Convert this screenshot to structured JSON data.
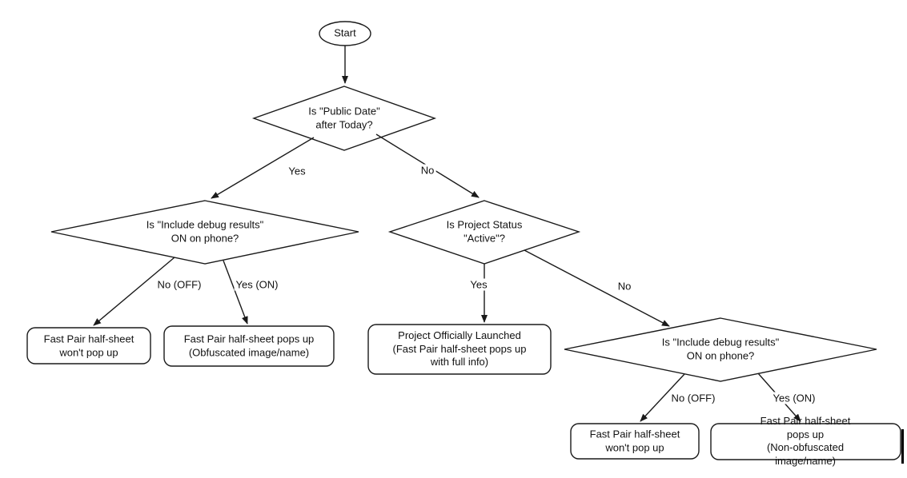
{
  "diagram": {
    "type": "flowchart",
    "background": "#ffffff",
    "stroke_color": "#1a1a1a",
    "text_color": "#111111"
  },
  "nodes": {
    "start": {
      "shape": "ellipse",
      "label": "Start"
    },
    "d1": {
      "shape": "diamond",
      "label": "Is \"Public Date\"\nafter Today?"
    },
    "d2": {
      "shape": "diamond",
      "label": "Is \"Include debug results\"\nON on phone?"
    },
    "d3": {
      "shape": "diamond",
      "label": "Is Project Status\n\"Active\"?"
    },
    "d4": {
      "shape": "diamond",
      "label": "Is \"Include debug results\"\nON on phone?"
    },
    "r1": {
      "shape": "rounded-rect",
      "label": "Fast Pair half-sheet\nwon't pop up"
    },
    "r2": {
      "shape": "rounded-rect",
      "label": "Fast Pair half-sheet pops up\n(Obfuscated image/name)"
    },
    "r3": {
      "shape": "rounded-rect",
      "label": "Project Officially Launched\n(Fast Pair half-sheet pops up\nwith full info)"
    },
    "r4": {
      "shape": "rounded-rect",
      "label": "Fast Pair half-sheet\nwon't pop up"
    },
    "r5": {
      "shape": "rounded-rect",
      "label": "Fast Pair half-sheet pops up\n(Non-obfuscated image/name)"
    }
  },
  "edges": {
    "d1_yes": "Yes",
    "d1_no": "No",
    "d2_no": "No (OFF)",
    "d2_yes": "Yes (ON)",
    "d3_yes": "Yes",
    "d3_no": "No",
    "d4_no": "No (OFF)",
    "d4_yes": "Yes (ON)"
  }
}
